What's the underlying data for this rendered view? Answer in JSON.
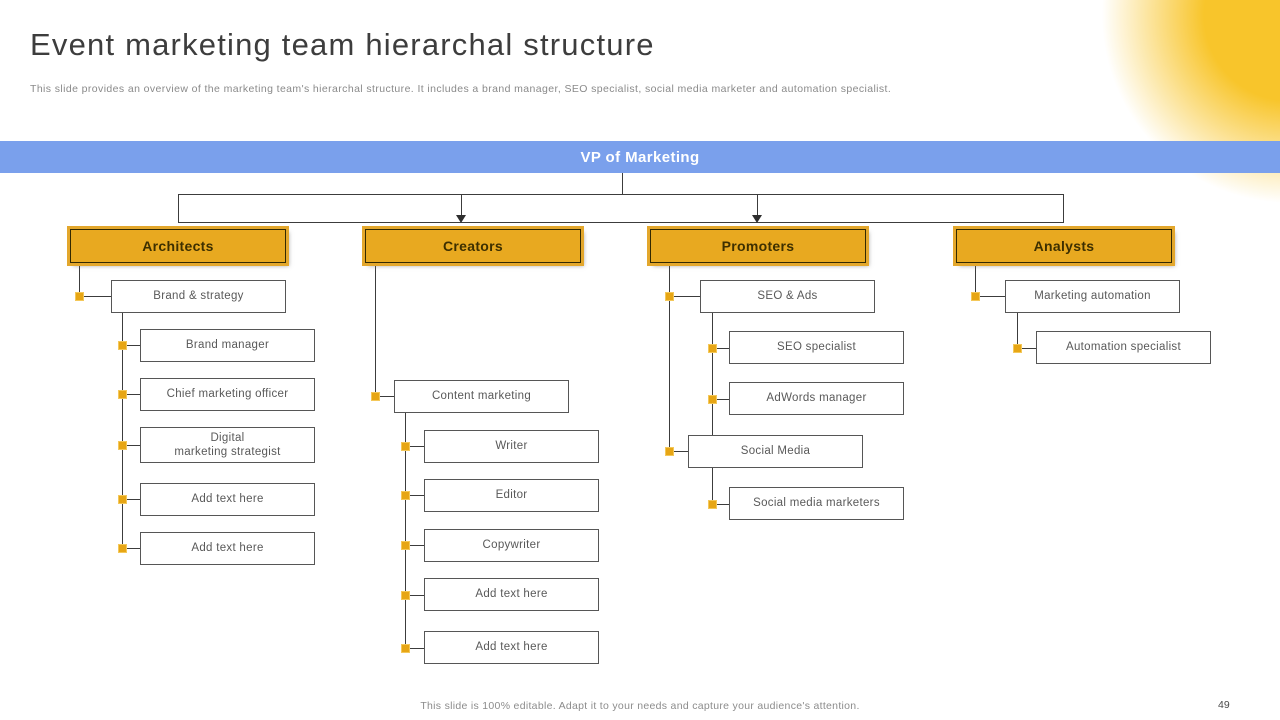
{
  "slide": {
    "title": "Event marketing team hierarchal structure",
    "subtitle": "This slide provides an overview of the marketing team's hierarchal structure. It includes a brand manager, SEO specialist, social media marketer and automation specialist.",
    "footer": "This slide is 100% editable. Adapt it to your needs and capture your audience's attention.",
    "page_number": "49"
  },
  "colors": {
    "banner_blue": "#7AA0EC",
    "box_gold": "#E8A920",
    "node_gold": "#E7A615",
    "corner_glow": "#F8C52B",
    "connector_line": "#3C3C3C",
    "box_text_gray": "#595959"
  },
  "org": {
    "root": "VP of Marketing",
    "columns": [
      {
        "header": "Architects",
        "groups": [
          {
            "lead": "Brand & strategy",
            "members": [
              "Brand manager",
              "Chief marketing officer",
              "Digital\nmarketing strategist",
              "Add text here",
              "Add text here"
            ]
          }
        ]
      },
      {
        "header": "Creators",
        "groups": [
          {
            "lead": "Content marketing",
            "members": [
              "Writer",
              "Editor",
              "Copywriter",
              "Add text here",
              "Add text here"
            ]
          }
        ]
      },
      {
        "header": "Promoters",
        "groups": [
          {
            "lead": "SEO & Ads",
            "members": [
              "SEO specialist",
              "AdWords manager"
            ]
          },
          {
            "lead": "Social Media",
            "members": [
              "Social media marketers"
            ]
          }
        ]
      },
      {
        "header": "Analysts",
        "groups": [
          {
            "lead": "Marketing automation",
            "members": [
              "Automation specialist"
            ]
          }
        ]
      }
    ]
  }
}
